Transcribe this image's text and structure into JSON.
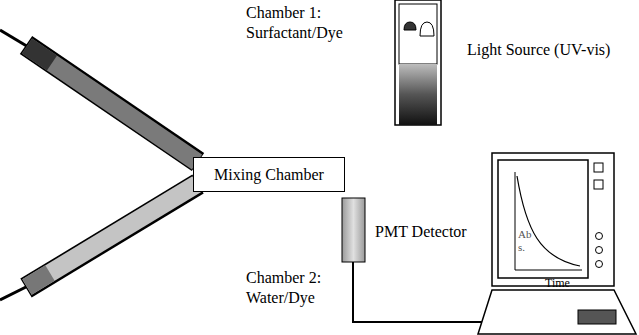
{
  "diagram": {
    "nodes": [
      {
        "text": [
          "Mixing Chamber"
        ]
      }
    ],
    "labels": [
      "Chamber 1: Surfactant/Dye",
      "Light Source (UV-vis)",
      "PMT Detector",
      "Chamber 2: Water/Dye",
      "Ab s.",
      "Time"
    ]
  }
}
